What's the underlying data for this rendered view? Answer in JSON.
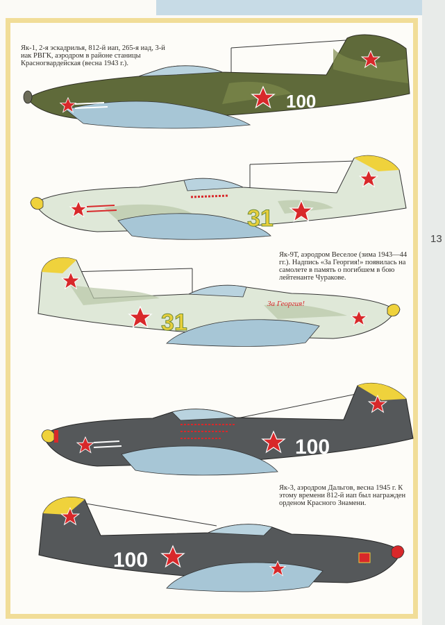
{
  "page_number": "13",
  "captions": {
    "plane1": "Як-1, 2-я эскадрилья, 812-й иап, 265-я иад, 3-й иак РВГК, аэродром в районе станицы Красногвардейская (весна 1943 г.).",
    "plane2_3": "Як-9Т, аэродром Веселое (зима 1943—44 гг.). Надпись «За Георгия!» появилась на самолете в память о погибшем в бою лейтенанте Чуракове.",
    "plane4_5": "Як-3, аэродром Дальгов, весна 1945 г. К этому времени 812-й иап был награжден орденом Красного Знамени."
  },
  "markings": {
    "plane1_number": "100",
    "plane2_number": "31",
    "plane3_number": "31",
    "plane3_inscription": "За Георгия!",
    "plane4_number": "100",
    "plane5_number": "100"
  },
  "colors": {
    "star_red": "#d8282a",
    "yellow": "#efd23c",
    "green_camo": "#5f6a3a",
    "winter_white": "#dfe8d8",
    "gray_dark": "#55585a",
    "underside_blue": "#a7c6d6"
  }
}
